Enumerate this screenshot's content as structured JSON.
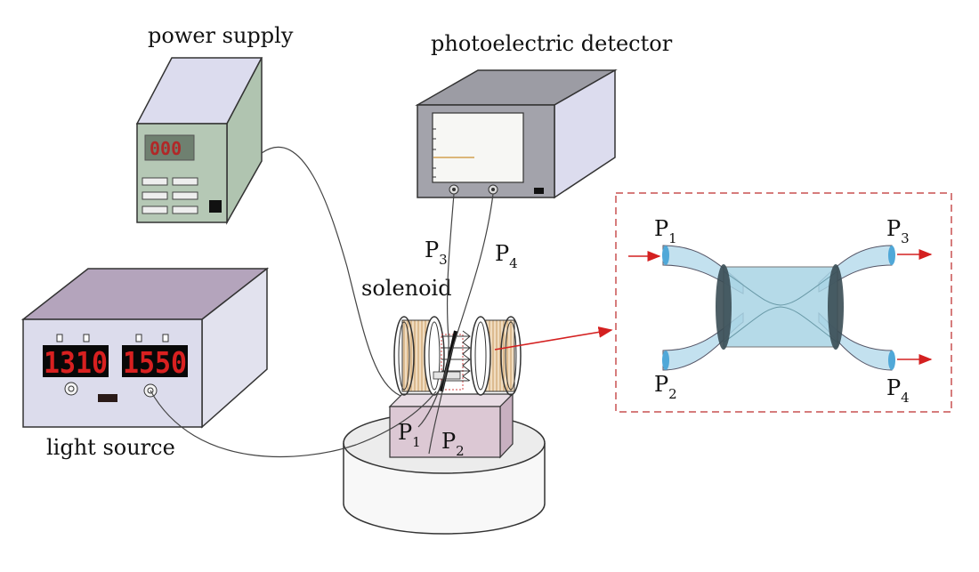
{
  "labels": {
    "power_supply": "power supply",
    "photoelectric_detector": "photoelectric detector",
    "light_source": "light source",
    "solenoid": "solenoid"
  },
  "power_supply": {
    "display": "000"
  },
  "light_source": {
    "display_left": "1310",
    "display_right": "1550"
  },
  "ports": {
    "p1": {
      "main": "P",
      "sub": "1"
    },
    "p2": {
      "main": "P",
      "sub": "2"
    },
    "p3": {
      "main": "P",
      "sub": "3"
    },
    "p4": {
      "main": "P",
      "sub": "4"
    }
  },
  "colors": {
    "power_supply_body": "#b5c8b5",
    "power_supply_top": "#dcdcee",
    "detector_body": "#a3a3ab",
    "detector_side": "#dcdcee",
    "light_source_front": "#dcdcec",
    "light_source_top": "#b4a4bc",
    "stage_block": "#dcc8d4",
    "coupler_fill": "#a8d4e4",
    "arrow_red": "#d42020",
    "dashed_box": "#c85050",
    "led_red": "#e02020",
    "trace": "#d4a050"
  }
}
